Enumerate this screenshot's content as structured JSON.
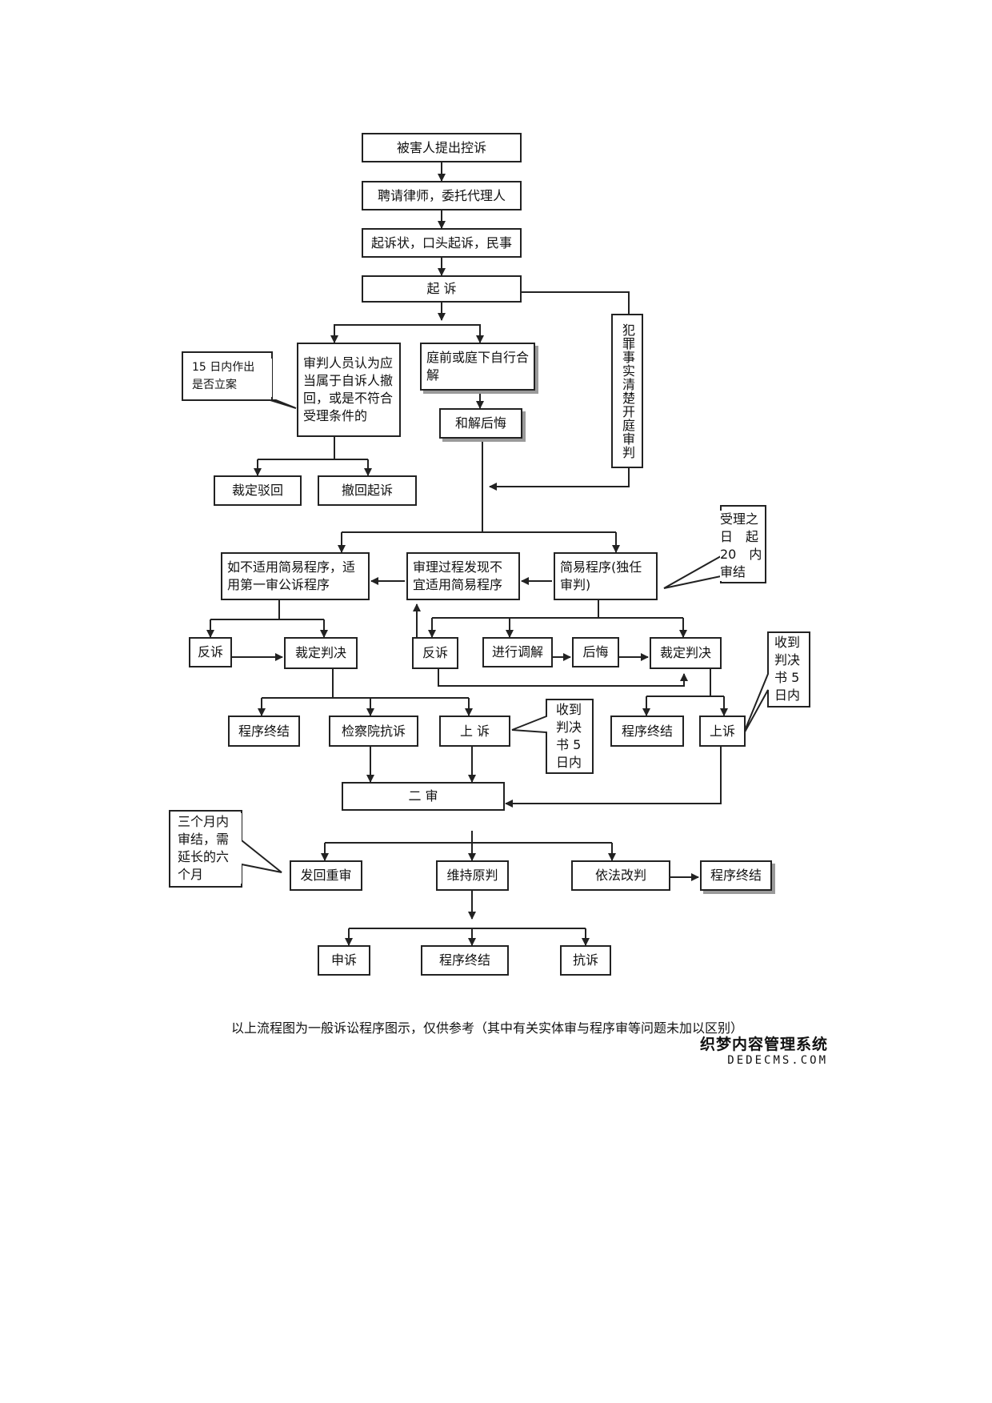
{
  "nodes": {
    "complaint": "被害人提出控诉",
    "hire_lawyer": "聘请律师，委托代理人",
    "filing_forms": "起诉状，口头起诉，民事",
    "prosecution": "起 诉",
    "judge_review": "审判人员认为应当属于自诉人撤回，或是不符合受理条件的",
    "settlement": "庭前或庭下自行合解",
    "regret": "和解后悔",
    "facts_clear": "犯罪事实清楚开庭审判",
    "dismiss": "裁定驳回",
    "withdraw": "撤回起诉",
    "ordinary_procedure": "如不适用简易程序，适用第一审公诉程序",
    "unsuitable_simple": "审理过程发现不宜适用简易程序",
    "simple_procedure": "简易程序(独任审判)",
    "counterclaim_left": "反诉",
    "ruling_left": "裁定判决",
    "counterclaim_right": "反诉",
    "mediation": "进行调解",
    "regret_right": "后悔",
    "ruling_right": "裁定判决",
    "end_1": "程序终结",
    "procuratorate_protest": "检察院抗诉",
    "appeal_left": "上 诉",
    "end_2": "程序终结",
    "appeal_right": "上诉",
    "second_instance": "二 审",
    "remand": "发回重审",
    "uphold": "维持原判",
    "revise": "依法改判",
    "end_revise": "程序终结",
    "petition": "申诉",
    "end_final": "程序终结",
    "protest": "抗诉"
  },
  "callouts": {
    "fifteen_days": "15 日内作出\n是否立案",
    "twenty_days": "受理之\n日　起\n20　内\n审结",
    "appeal_5_days_left": "收到\n判决\n书 5\n日内",
    "appeal_5_days_right": "收到\n判决\n书 5\n日内",
    "three_months": "三个月内\n审结，需\n延长的六\n个月"
  },
  "footer_note": "以上流程图为一般诉讼程序图示，仅供参考（其中有关实体审与程序审等问题未加以区别）",
  "watermark": {
    "line1": "织梦内容管理系统",
    "line2": "DEDECMS.COM"
  },
  "colors": {
    "line": "#222222",
    "shadow": "#9a9a9a",
    "background": "#ffffff"
  }
}
